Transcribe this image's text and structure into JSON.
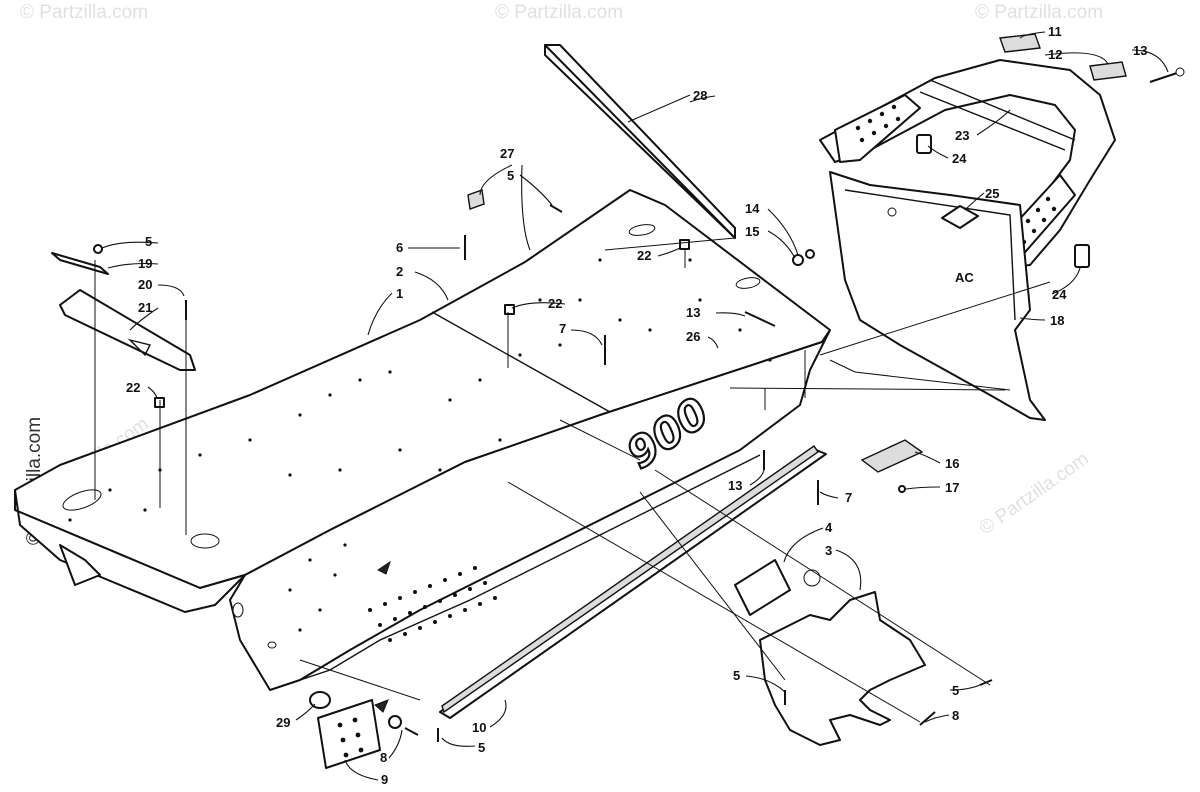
{
  "watermark": {
    "text": "© Partzilla.com",
    "side_text": "© Partzilla.com"
  },
  "badge": {
    "text": "900"
  },
  "callouts": [
    {
      "id": "c1",
      "label": "1"
    },
    {
      "id": "c2",
      "label": "2"
    },
    {
      "id": "c3",
      "label": "3"
    },
    {
      "id": "c4",
      "label": "4"
    },
    {
      "id": "c5a",
      "label": "5"
    },
    {
      "id": "c5b",
      "label": "5"
    },
    {
      "id": "c5c",
      "label": "5"
    },
    {
      "id": "c5d",
      "label": "5"
    },
    {
      "id": "c5e",
      "label": "5"
    },
    {
      "id": "c6",
      "label": "6"
    },
    {
      "id": "c7a",
      "label": "7"
    },
    {
      "id": "c7b",
      "label": "7"
    },
    {
      "id": "c8a",
      "label": "8"
    },
    {
      "id": "c8b",
      "label": "8"
    },
    {
      "id": "c9",
      "label": "9"
    },
    {
      "id": "c10",
      "label": "10"
    },
    {
      "id": "c11",
      "label": "11"
    },
    {
      "id": "c12",
      "label": "12"
    },
    {
      "id": "c13a",
      "label": "13"
    },
    {
      "id": "c13b",
      "label": "13"
    },
    {
      "id": "c13c",
      "label": "13"
    },
    {
      "id": "c14",
      "label": "14"
    },
    {
      "id": "c15",
      "label": "15"
    },
    {
      "id": "c16",
      "label": "16"
    },
    {
      "id": "c17",
      "label": "17"
    },
    {
      "id": "c18",
      "label": "18"
    },
    {
      "id": "c19",
      "label": "19"
    },
    {
      "id": "c20",
      "label": "20"
    },
    {
      "id": "c21",
      "label": "21"
    },
    {
      "id": "c22a",
      "label": "22"
    },
    {
      "id": "c22b",
      "label": "22"
    },
    {
      "id": "c22c",
      "label": "22"
    },
    {
      "id": "c23",
      "label": "23"
    },
    {
      "id": "c24a",
      "label": "24"
    },
    {
      "id": "c24b",
      "label": "24"
    },
    {
      "id": "c25",
      "label": "25"
    },
    {
      "id": "c26",
      "label": "26"
    },
    {
      "id": "c27",
      "label": "27"
    },
    {
      "id": "c28",
      "label": "28"
    },
    {
      "id": "c29",
      "label": "29"
    }
  ]
}
